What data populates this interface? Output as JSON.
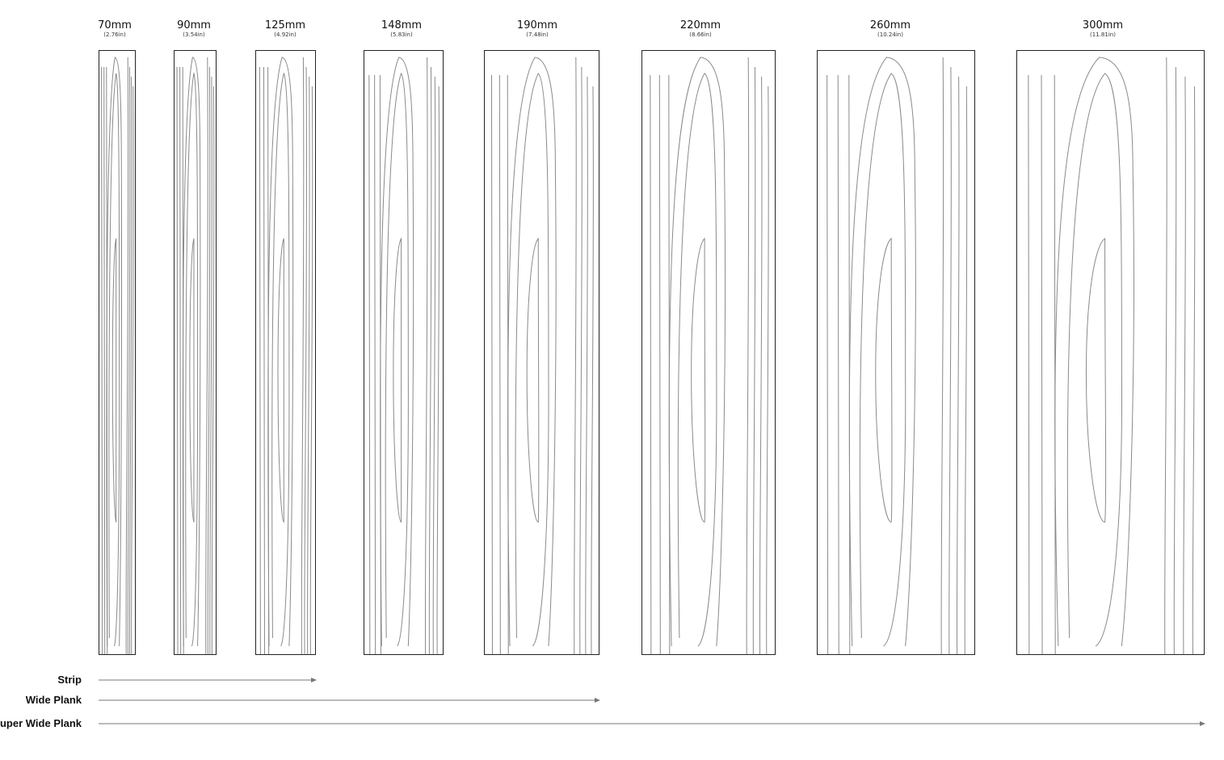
{
  "planks": [
    {
      "mm": "70mm",
      "inch": "(2.76in)"
    },
    {
      "mm": "90mm",
      "inch": "(3.54in)"
    },
    {
      "mm": "125mm",
      "inch": "(4.92in)"
    },
    {
      "mm": "148mm",
      "inch": "(5.83in)"
    },
    {
      "mm": "190mm",
      "inch": "(7.48in)"
    },
    {
      "mm": "220mm",
      "inch": "(8.66in)"
    },
    {
      "mm": "260mm",
      "inch": "(10.24in)"
    },
    {
      "mm": "300mm",
      "inch": "(11.81in)"
    }
  ],
  "categories": [
    {
      "label": "Strip"
    },
    {
      "label": "Wide Plank"
    },
    {
      "label": "Super Wide Plank"
    }
  ],
  "colors": {
    "grain": "#8a8a8a",
    "border": "#222222",
    "arrow": "#777777"
  }
}
